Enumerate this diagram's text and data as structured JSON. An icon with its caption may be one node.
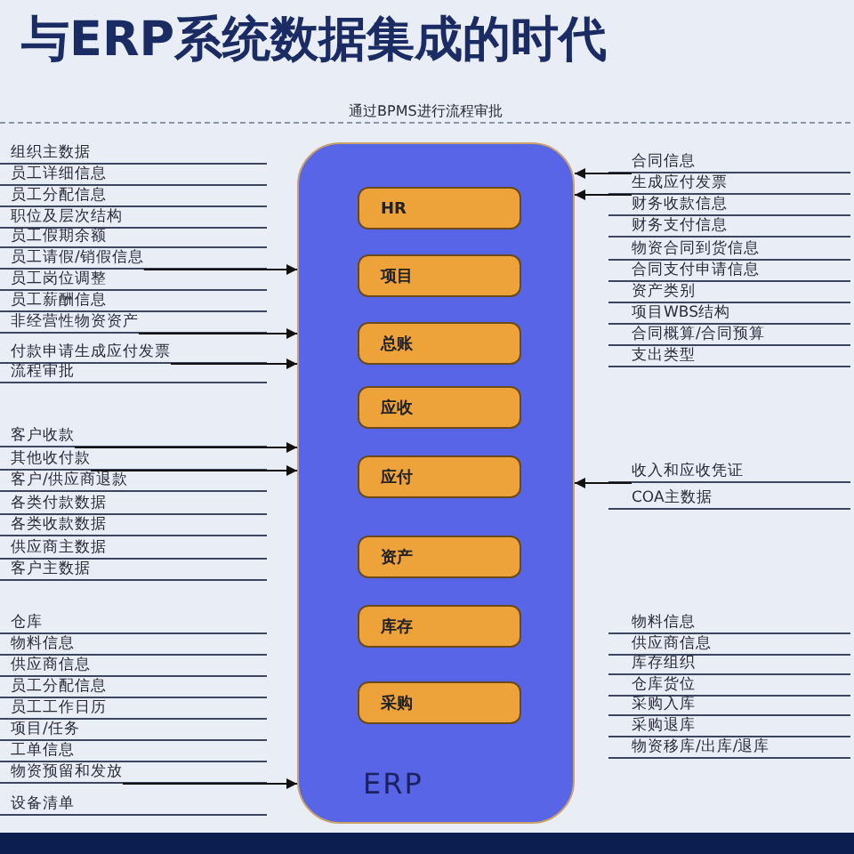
{
  "diagram": {
    "title": "与ERP系统数据集成的时代",
    "nodes": [
      {
        "text": [
          "ERP"
        ]
      },
      {
        "text": [
          "HR"
        ],
        "in": 0
      },
      {
        "text": [
          "项目"
        ],
        "in": 0
      },
      {
        "text": [
          "总账"
        ],
        "in": 0
      },
      {
        "text": [
          "应收"
        ],
        "in": 0
      },
      {
        "text": [
          "应付"
        ],
        "in": 0
      },
      {
        "text": [
          "资产"
        ],
        "in": 0
      },
      {
        "text": [
          "库存"
        ],
        "in": 0
      },
      {
        "text": [
          "采购"
        ],
        "in": 0
      },
      {
        "text": [
          "员工请假/销假信息"
        ]
      },
      {
        "text": [
          "非经营性物资资产"
        ]
      },
      {
        "text": [
          "付款申请生成应付发票"
        ]
      },
      {
        "text": [
          "客户收款"
        ]
      },
      {
        "text": [
          "其他收付款"
        ]
      },
      {
        "text": [
          "物资预留和发放"
        ]
      },
      {
        "text": [
          "合同信息"
        ]
      },
      {
        "text": [
          "生成应付发票"
        ]
      },
      {
        "text": [
          "收入和应收凭证"
        ]
      }
    ],
    "edges": [
      {
        "from": 9,
        "to": 0,
        "arrow": "to"
      },
      {
        "from": 10,
        "to": 0,
        "arrow": "to"
      },
      {
        "from": 11,
        "to": 0,
        "arrow": "to"
      },
      {
        "from": 12,
        "to": 0,
        "arrow": "to"
      },
      {
        "from": 13,
        "to": 0,
        "arrow": "to"
      },
      {
        "from": 14,
        "to": 0,
        "arrow": "to"
      },
      {
        "from": 15,
        "to": 0,
        "arrow": "to"
      },
      {
        "from": 16,
        "to": 0,
        "arrow": "to"
      },
      {
        "from": 17,
        "to": 0,
        "arrow": "to"
      }
    ],
    "labels": [
      "通过BPMS进行流程审批",
      "组织主数据",
      "员工详细信息",
      "员工分配信息",
      "职位及层次结构",
      "员工假期余额",
      "员工岗位调整",
      "员工薪酬信息",
      "流程审批",
      "客户/供应商退款",
      "各类付款数据",
      "各类收款数据",
      "供应商主数据",
      "客户主数据",
      "仓库",
      "物料信息",
      "供应商信息",
      "员工分配信息",
      "员工工作日历",
      "项目/任务",
      "工单信息",
      "设备清单",
      "财务收款信息",
      "财务支付信息",
      "物资合同到货信息",
      "合同支付申请信息",
      "资产类别",
      "项目WBS结构",
      "合同概算/合同预算",
      "支出类型",
      "COA主数据",
      "物料信息",
      "供应商信息",
      "库存组织",
      "仓库货位",
      "采购入库",
      "采购退库",
      "物资移库/出库/退库"
    ]
  }
}
